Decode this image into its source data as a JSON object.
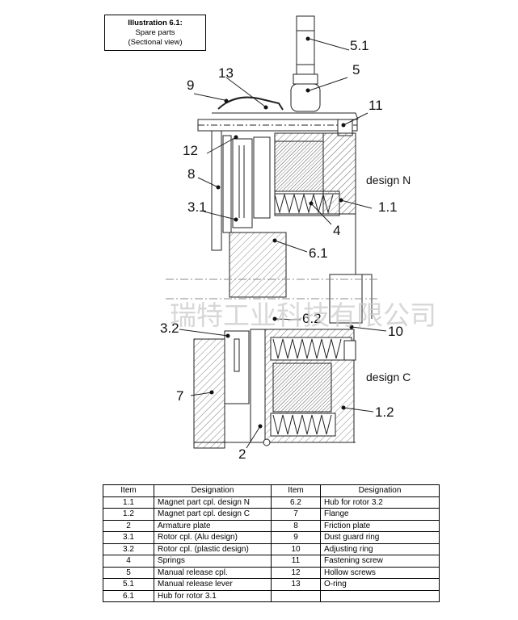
{
  "caption": {
    "title": "Illustration 6.1:",
    "line2": "Spare parts",
    "line3": "(Sectional view)"
  },
  "labels": {
    "l5_1": "5.1",
    "l5": "5",
    "l13": "13",
    "l9": "9",
    "l11": "11",
    "l12": "12",
    "l8": "8",
    "l3_1": "3.1",
    "l1_1": "1.1",
    "l4": "4",
    "l6_1": "6.1",
    "l6_2": "6.2",
    "l10": "10",
    "l3_2": "3.2",
    "l7": "7",
    "l1_2": "1.2",
    "l2": "2",
    "design_n": "design N",
    "design_c": "design C"
  },
  "watermark": "瑞特工业科技有限公司",
  "table": {
    "headers": [
      "Item",
      "Designation",
      "Item",
      "Designation"
    ],
    "rows": [
      {
        "i1": "1.1",
        "d1": "Magnet part cpl. design N",
        "i2": "6.2",
        "d2": "Hub for rotor 3.2"
      },
      {
        "i1": "1.2",
        "d1": "Magnet part cpl. design C",
        "i2": "7",
        "d2": "Flange"
      },
      {
        "i1": "2",
        "d1": "Armature plate",
        "i2": "8",
        "d2": "Friction plate"
      },
      {
        "i1": "3.1",
        "d1": "Rotor cpl. (Alu design)",
        "i2": "9",
        "d2": "Dust guard ring"
      },
      {
        "i1": "3.2",
        "d1": "Rotor cpl. (plastic design)",
        "i2": "10",
        "d2": "Adjusting ring"
      },
      {
        "i1": "4",
        "d1": "Springs",
        "i2": "11",
        "d2": "Fastening screw"
      },
      {
        "i1": "5",
        "d1": "Manual release cpl.",
        "i2": "12",
        "d2": "Hollow screws"
      },
      {
        "i1": "5.1",
        "d1": "Manual release lever",
        "i2": "13",
        "d2": "O-ring"
      },
      {
        "i1": "6.1",
        "d1": "Hub for rotor 3.1",
        "i2": "",
        "d2": ""
      }
    ]
  }
}
